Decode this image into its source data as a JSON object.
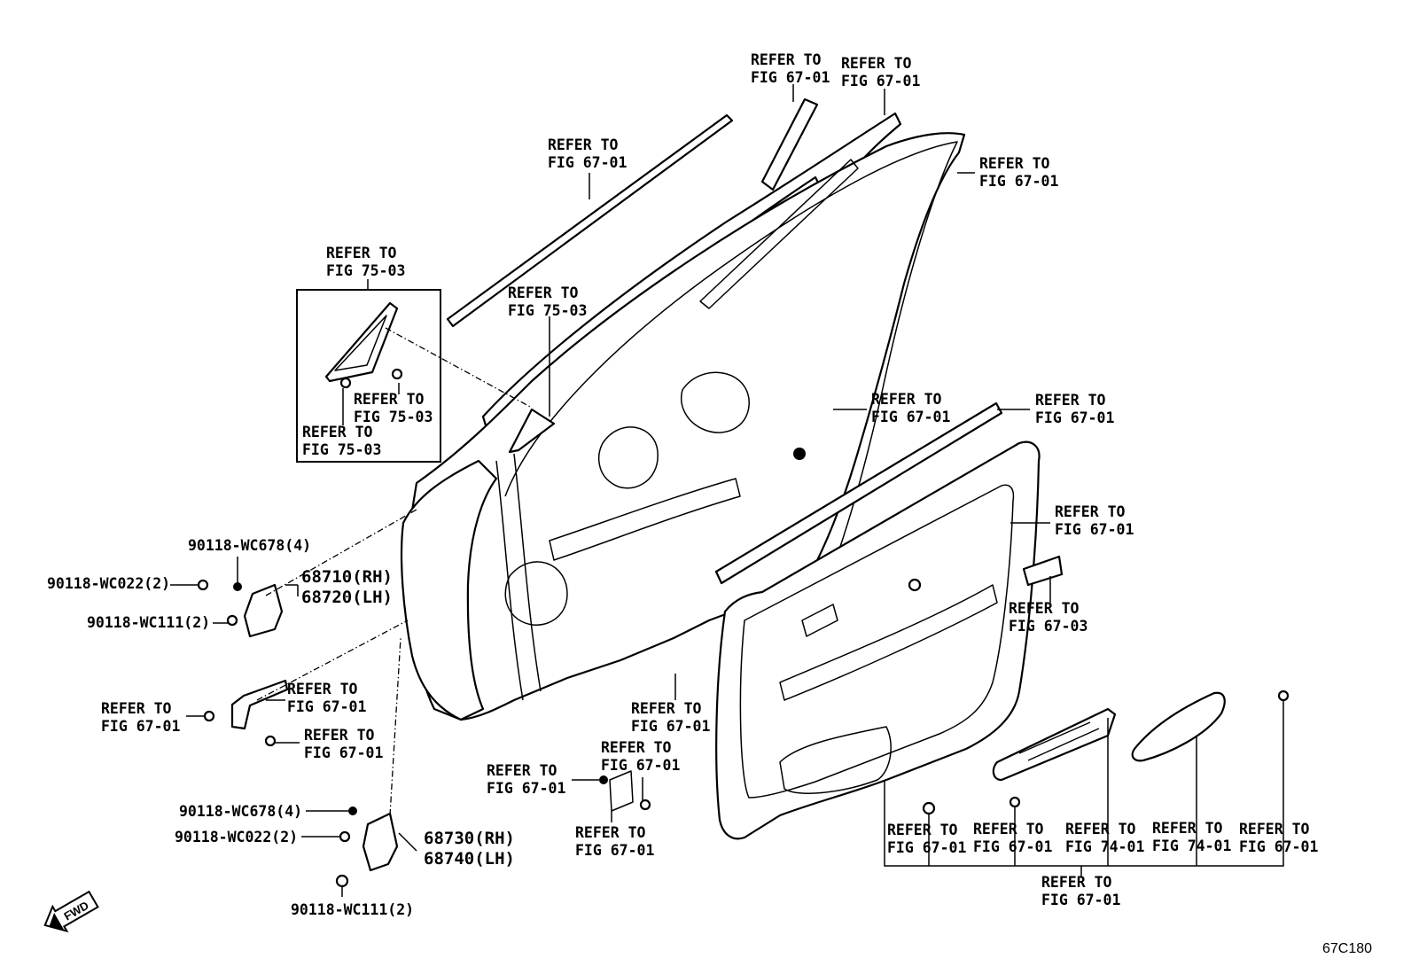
{
  "refs": {
    "r1": [
      "REFER TO",
      "FIG 67-01"
    ],
    "r2": [
      "REFER TO",
      "FIG 67-01"
    ],
    "r3": [
      "REFER TO",
      "FIG 67-01"
    ],
    "r4": [
      "REFER TO",
      "FIG 67-01"
    ],
    "r5": [
      "REFER TO",
      "FIG 75-03"
    ],
    "r6": [
      "REFER TO",
      "FIG 75-03"
    ],
    "r7": [
      "REFER TO",
      "FIG 75-03"
    ],
    "r8": [
      "REFER TO",
      "FIG 75-03"
    ],
    "r9": [
      "REFER TO",
      "FIG 67-01"
    ],
    "r10": [
      "REFER TO",
      "FIG 67-01"
    ],
    "r11": [
      "REFER TO",
      "FIG 67-01"
    ],
    "r12": [
      "REFER TO",
      "FIG 67-03"
    ],
    "r13": [
      "REFER TO",
      "FIG 67-01"
    ],
    "r14": [
      "REFER TO",
      "FIG 67-01"
    ],
    "r15": [
      "REFER TO",
      "FIG 67-01"
    ],
    "r16": [
      "REFER TO",
      "FIG 67-01"
    ],
    "r17": [
      "REFER TO",
      "FIG 67-01"
    ],
    "r18": [
      "REFER TO",
      "FIG 67-01"
    ],
    "r19": [
      "REFER TO",
      "FIG 67-01"
    ],
    "r20": [
      "REFER TO",
      "FIG 67-01"
    ],
    "r21": [
      "REFER TO",
      "FIG 67-01"
    ],
    "r22": [
      "REFER TO",
      "FIG 74-01"
    ],
    "r23": [
      "REFER TO",
      "FIG 74-01"
    ],
    "r24": [
      "REFER TO",
      "FIG 67-01"
    ],
    "r25": [
      "REFER TO",
      "FIG 67-01"
    ]
  },
  "parts": {
    "upper_hinge_rh": "68710(RH)",
    "upper_hinge_lh": "68720(LH)",
    "lower_hinge_rh": "68730(RH)",
    "lower_hinge_lh": "68740(LH)",
    "bolt_upper_wc678": "90118-WC678(4)",
    "bolt_upper_wc022": "90118-WC022(2)",
    "bolt_upper_wc111": "90118-WC111(2)",
    "bolt_lower_wc678": "90118-WC678(4)",
    "bolt_lower_wc022": "90118-WC022(2)",
    "bolt_lower_wc111": "90118-WC111(2)"
  },
  "fwd_label": "FWD",
  "figure_code": "67C180"
}
